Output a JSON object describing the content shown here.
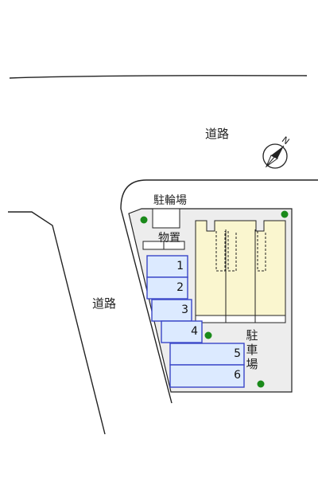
{
  "labels": {
    "road_top": "道路",
    "road_left": "道路",
    "bicycle_parking": "駐輪場",
    "storage": "物置",
    "parking_lot": "駐車場",
    "north_mark": "N"
  },
  "parking_spaces": [
    "1",
    "2",
    "3",
    "4",
    "5",
    "6"
  ],
  "colors": {
    "lot": "#ededed",
    "building": "#faf6cf",
    "parking_border": "#3a46c8",
    "parking_fill": "#dceaff",
    "tree": "#1a8a1a"
  },
  "icons": [
    "compass-icon",
    "tree-icon"
  ]
}
